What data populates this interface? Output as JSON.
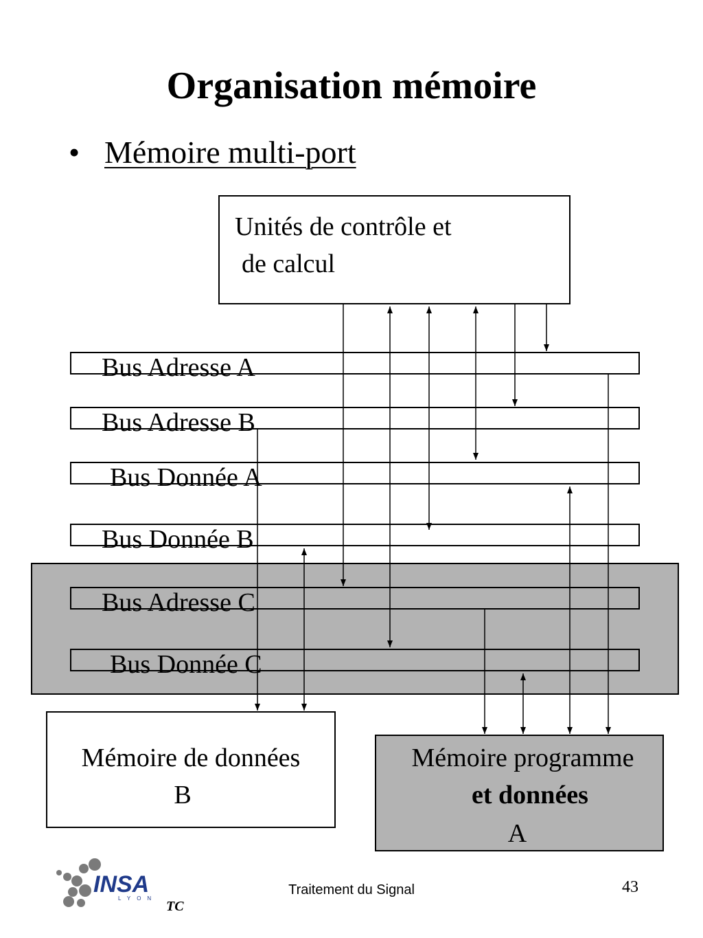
{
  "slide": {
    "title": "Organisation mémoire",
    "bullet_symbol": "•",
    "bullet_text": "Mémoire multi-port"
  },
  "diagram": {
    "control_unit": {
      "line1": "Unités de contrôle et",
      "line2": "de calcul"
    },
    "buses": [
      {
        "label": "Bus Adresse A"
      },
      {
        "label": "Bus Adresse B"
      },
      {
        "label": "Bus Donnée A"
      },
      {
        "label": "Bus Donnée B"
      },
      {
        "label": "Bus Adresse C"
      },
      {
        "label": "Bus Donnée C"
      }
    ],
    "memory_b": {
      "line1": "Mémoire de données",
      "line2": "B"
    },
    "memory_a": {
      "line1": "Mémoire programme",
      "line2": "et données",
      "line3": "A"
    }
  },
  "footer": {
    "text": "Traitement du Signal",
    "page_number": "43",
    "logo_text": "INSA",
    "logo_subtext": "LYON",
    "department": "TC"
  },
  "colors": {
    "shaded_region": "#b3b3b3",
    "logo_blue": "#1f3a8a",
    "logo_gray": "#7a7a7a"
  }
}
